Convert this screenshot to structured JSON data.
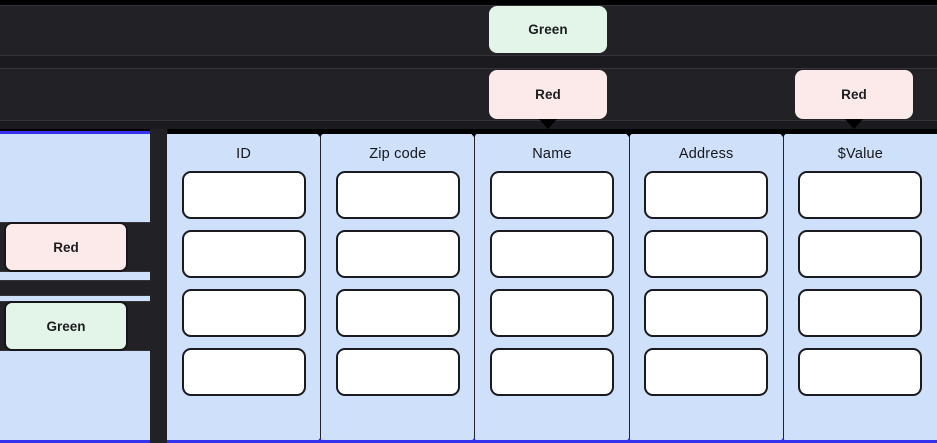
{
  "annotations": {
    "top_green": {
      "label": "Green",
      "color": "#e3f5e9"
    },
    "mid_red": {
      "label": "Red",
      "color": "#fceaea"
    },
    "right_red": {
      "label": "Red",
      "color": "#fceaea"
    }
  },
  "sidebar": {
    "items": [
      {
        "label": "Red",
        "color": "#fceaea"
      },
      {
        "label": "Green",
        "color": "#e3f5e9"
      }
    ]
  },
  "grid": {
    "columns": [
      {
        "header": "ID"
      },
      {
        "header": "Zip code"
      },
      {
        "header": "Name"
      },
      {
        "header": "Address"
      },
      {
        "header": "$Value"
      }
    ],
    "row_count": 4,
    "cell_values": [
      "",
      "",
      "",
      ""
    ],
    "panel_color": "#cfe0fb",
    "accent_border": "#3333ee"
  },
  "theme": {
    "background": "#000000",
    "band_color": "#212126",
    "gutter_color": "#222226"
  }
}
